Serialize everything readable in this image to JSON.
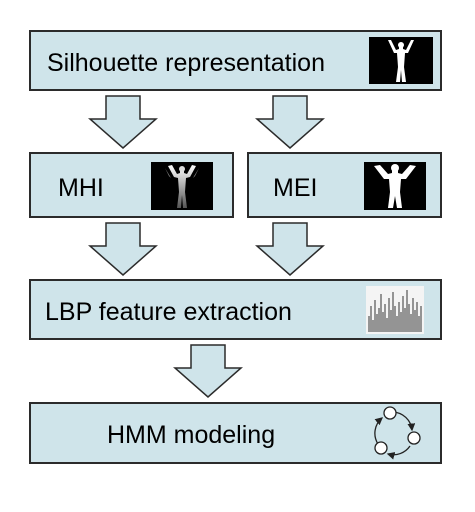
{
  "boxes": {
    "silhouette": {
      "label": "Silhouette representation",
      "icon": "silhouette-figure"
    },
    "mhi": {
      "label": "MHI",
      "icon": "motion-history-figure"
    },
    "mei": {
      "label": "MEI",
      "icon": "motion-energy-figure"
    },
    "lbp": {
      "label": "LBP feature extraction",
      "icon": "histogram-texture"
    },
    "hmm": {
      "label": "HMM modeling",
      "icon": "state-cycle"
    }
  },
  "colors": {
    "box_fill": "#cfe4ea",
    "box_border": "#2b2b2b",
    "arrow_fill": "#cfe4ea",
    "thumb_bg": "#000000"
  }
}
